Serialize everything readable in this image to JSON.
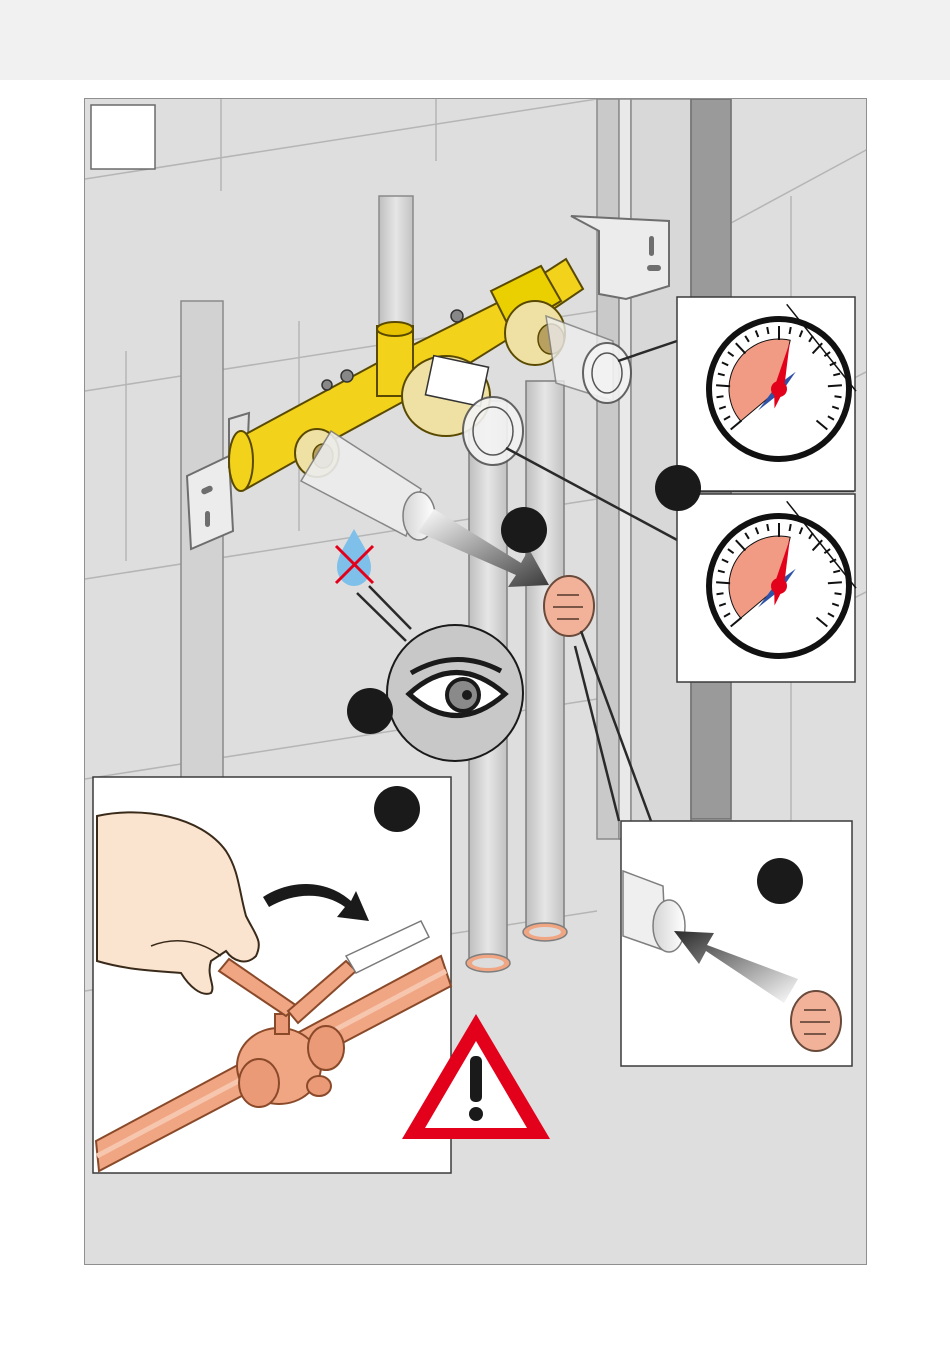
{
  "colors": {
    "page_background": "#ffffff",
    "header_band": "#f1f1f1",
    "wall": "#dedede",
    "pipe": "#d2d2d2",
    "valve_body": "#f2d21a",
    "cartridge": "#efe0a4",
    "copper": "#f0a583",
    "cap": "#f2b29a",
    "gauge_red_zone": "#f19a84",
    "gauge_needle_red": "#e3001b",
    "gauge_needle_blue": "#2f52a8",
    "warning_red": "#e3001b",
    "step_marker": "#1a1a1a"
  },
  "icons": {
    "step_box": "empty-square",
    "steps": [
      "step-marker",
      "step-marker",
      "step-marker",
      "step-marker",
      "step-marker"
    ],
    "gauges": [
      "pressure-gauge-icon",
      "pressure-gauge-icon"
    ],
    "inspect": "eye-icon",
    "no_leak": "crossed-water-drop-icon",
    "warning": "warning-triangle-icon",
    "rotate_arrow": "curved-arrow-icon",
    "move_arrows": [
      "arrow-icon",
      "arrow-icon"
    ]
  },
  "gauge_readings": [
    0.55,
    0.55
  ]
}
